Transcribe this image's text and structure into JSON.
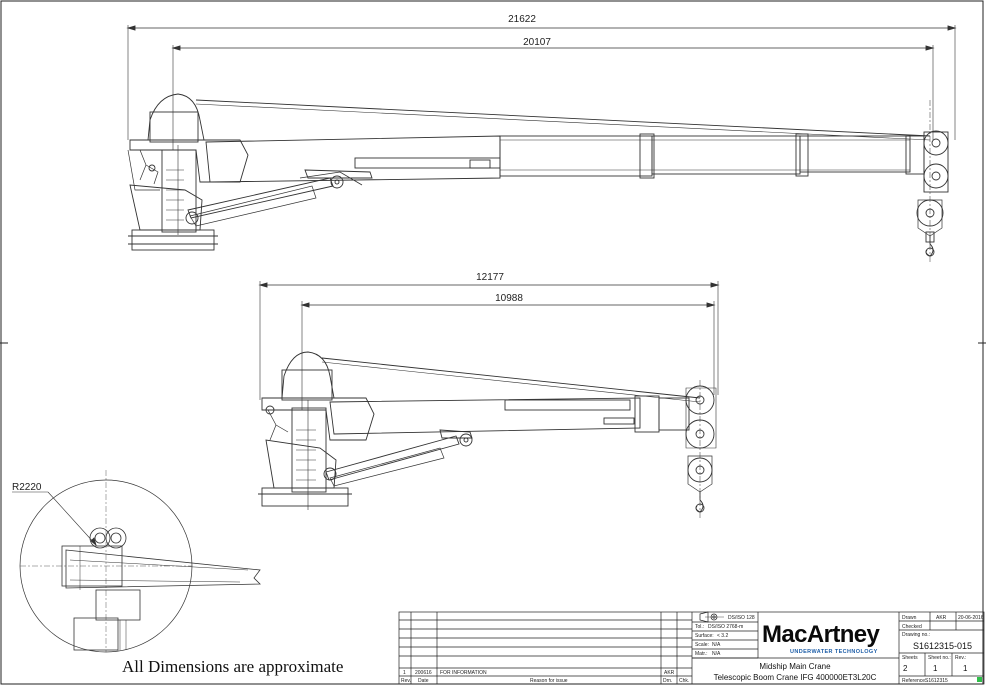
{
  "dimensions": {
    "upper_overall": "21622",
    "upper_reach": "20107",
    "lower_overall": "12177",
    "lower_reach": "10988",
    "slew_radius": "R2220"
  },
  "note": "All Dimensions are approximate",
  "title_block": {
    "standard_code": "DS/ISO 128",
    "tol_label": "Tol.:",
    "tol_value": "DS/ISO 2768-m",
    "surface_label": "Surface:",
    "surface_value": "< 3.2",
    "scale_label": "Scale:",
    "scale_value": "N/A",
    "matr_label": "Matr.:",
    "matr_value": "N/A",
    "company": "MacArtney",
    "company_tagline": "UNDERWATER TECHNOLOGY",
    "drawn_label": "Drawn",
    "drawn_by": "AKR",
    "drawn_date": "20-06-2016",
    "checked_label": "Checked",
    "drawing_no_label": "Drawing no.:",
    "drawing_no": "S1612315-015",
    "sheets_label": "Sheets",
    "sheets_value": "2",
    "sheet_no_label": "Sheet no.:",
    "sheet_no_value": "1",
    "rev_label_right": "Rev.:",
    "rev_value_right": "1",
    "title_line1": "Midship Main Crane",
    "title_line2": "Telescopic Boom Crane IFG 400000ET3L20C",
    "reference_label": "Reference:",
    "reference_value": "S1612315",
    "rev_row_no": "1",
    "rev_row_date": "200616",
    "rev_row_reason": "FOR INFORMATION",
    "rev_row_drn": "AKR",
    "hdr_rev": "Rev.",
    "hdr_date": "Date",
    "hdr_reason": "Reason for issue",
    "hdr_drn": "Drn.",
    "hdr_chk": "Chk."
  }
}
